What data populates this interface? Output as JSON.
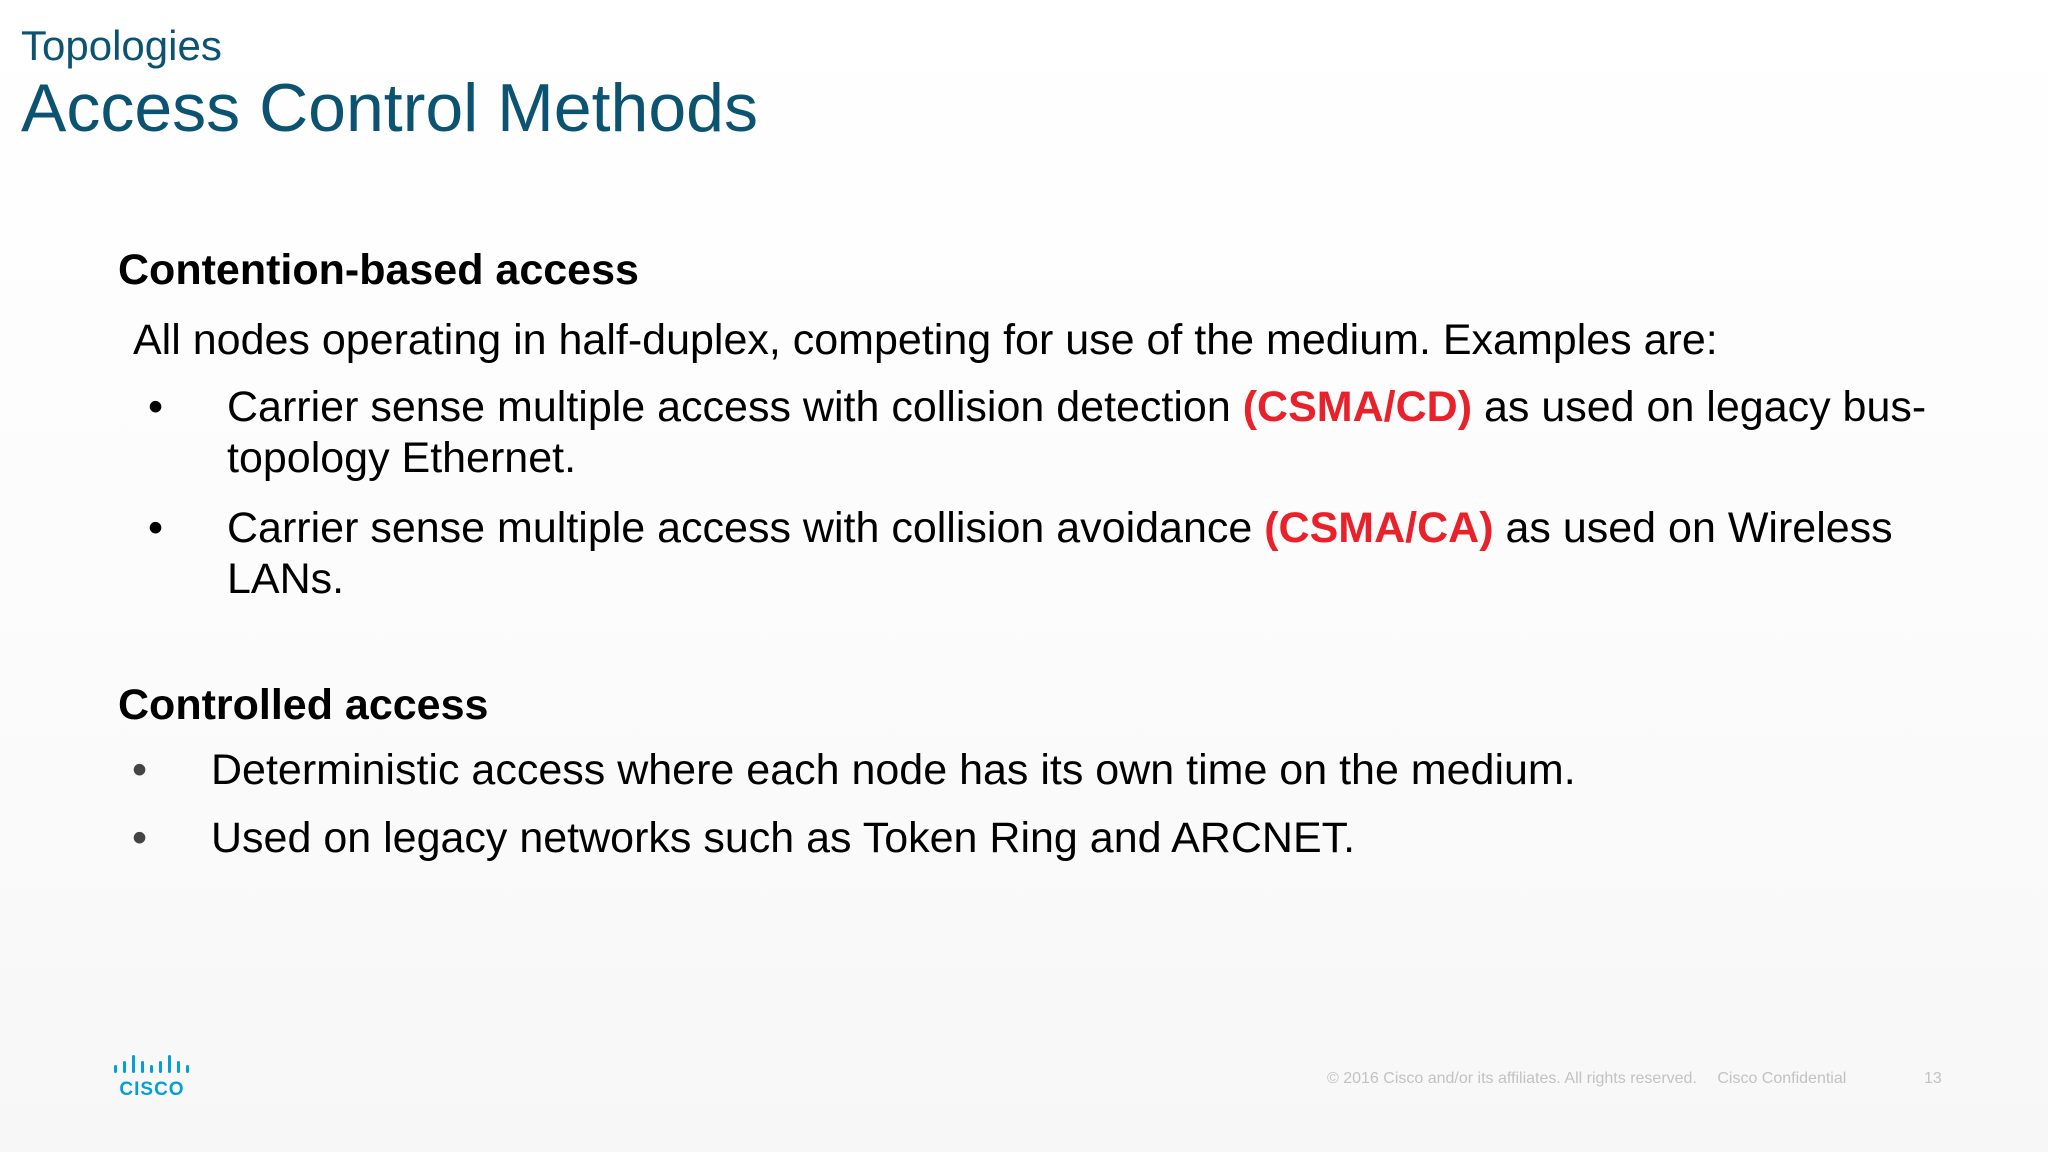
{
  "header": {
    "subtitle": "Topologies",
    "title": "Access Control Methods"
  },
  "sections": [
    {
      "heading": "Contention-based access",
      "intro": "All nodes operating in half-duplex, competing for use of the medium. Examples are:",
      "bullets": [
        {
          "marker": "•",
          "text_before": "Carrier sense multiple access with collision detection ",
          "highlight": "(CSMA/CD)",
          "text_after": " as used on legacy bus-topology Ethernet."
        },
        {
          "marker": "•",
          "text_before": "Carrier sense multiple access with collision avoidance ",
          "highlight": "(CSMA/CA)",
          "text_after": " as used on Wireless LANs."
        }
      ]
    },
    {
      "heading": "Controlled access",
      "bullets": [
        {
          "marker": "•",
          "text": "Deterministic access where each node has its own time on the medium."
        },
        {
          "marker": "•",
          "text": "Used on legacy networks such as Token Ring and ARCNET."
        }
      ]
    }
  ],
  "logo": {
    "text": "CISCO",
    "icon": "cisco-logo-icon",
    "color": "#049fd9"
  },
  "footer": {
    "copyright": "© 2016  Cisco and/or its affiliates. All rights reserved.",
    "confidential": "Cisco Confidential",
    "page_number": "13"
  },
  "colors": {
    "title": "#0b5370",
    "highlight": "#e8212a",
    "body_text": "#000000",
    "footer_text": "#c2c2c2"
  }
}
